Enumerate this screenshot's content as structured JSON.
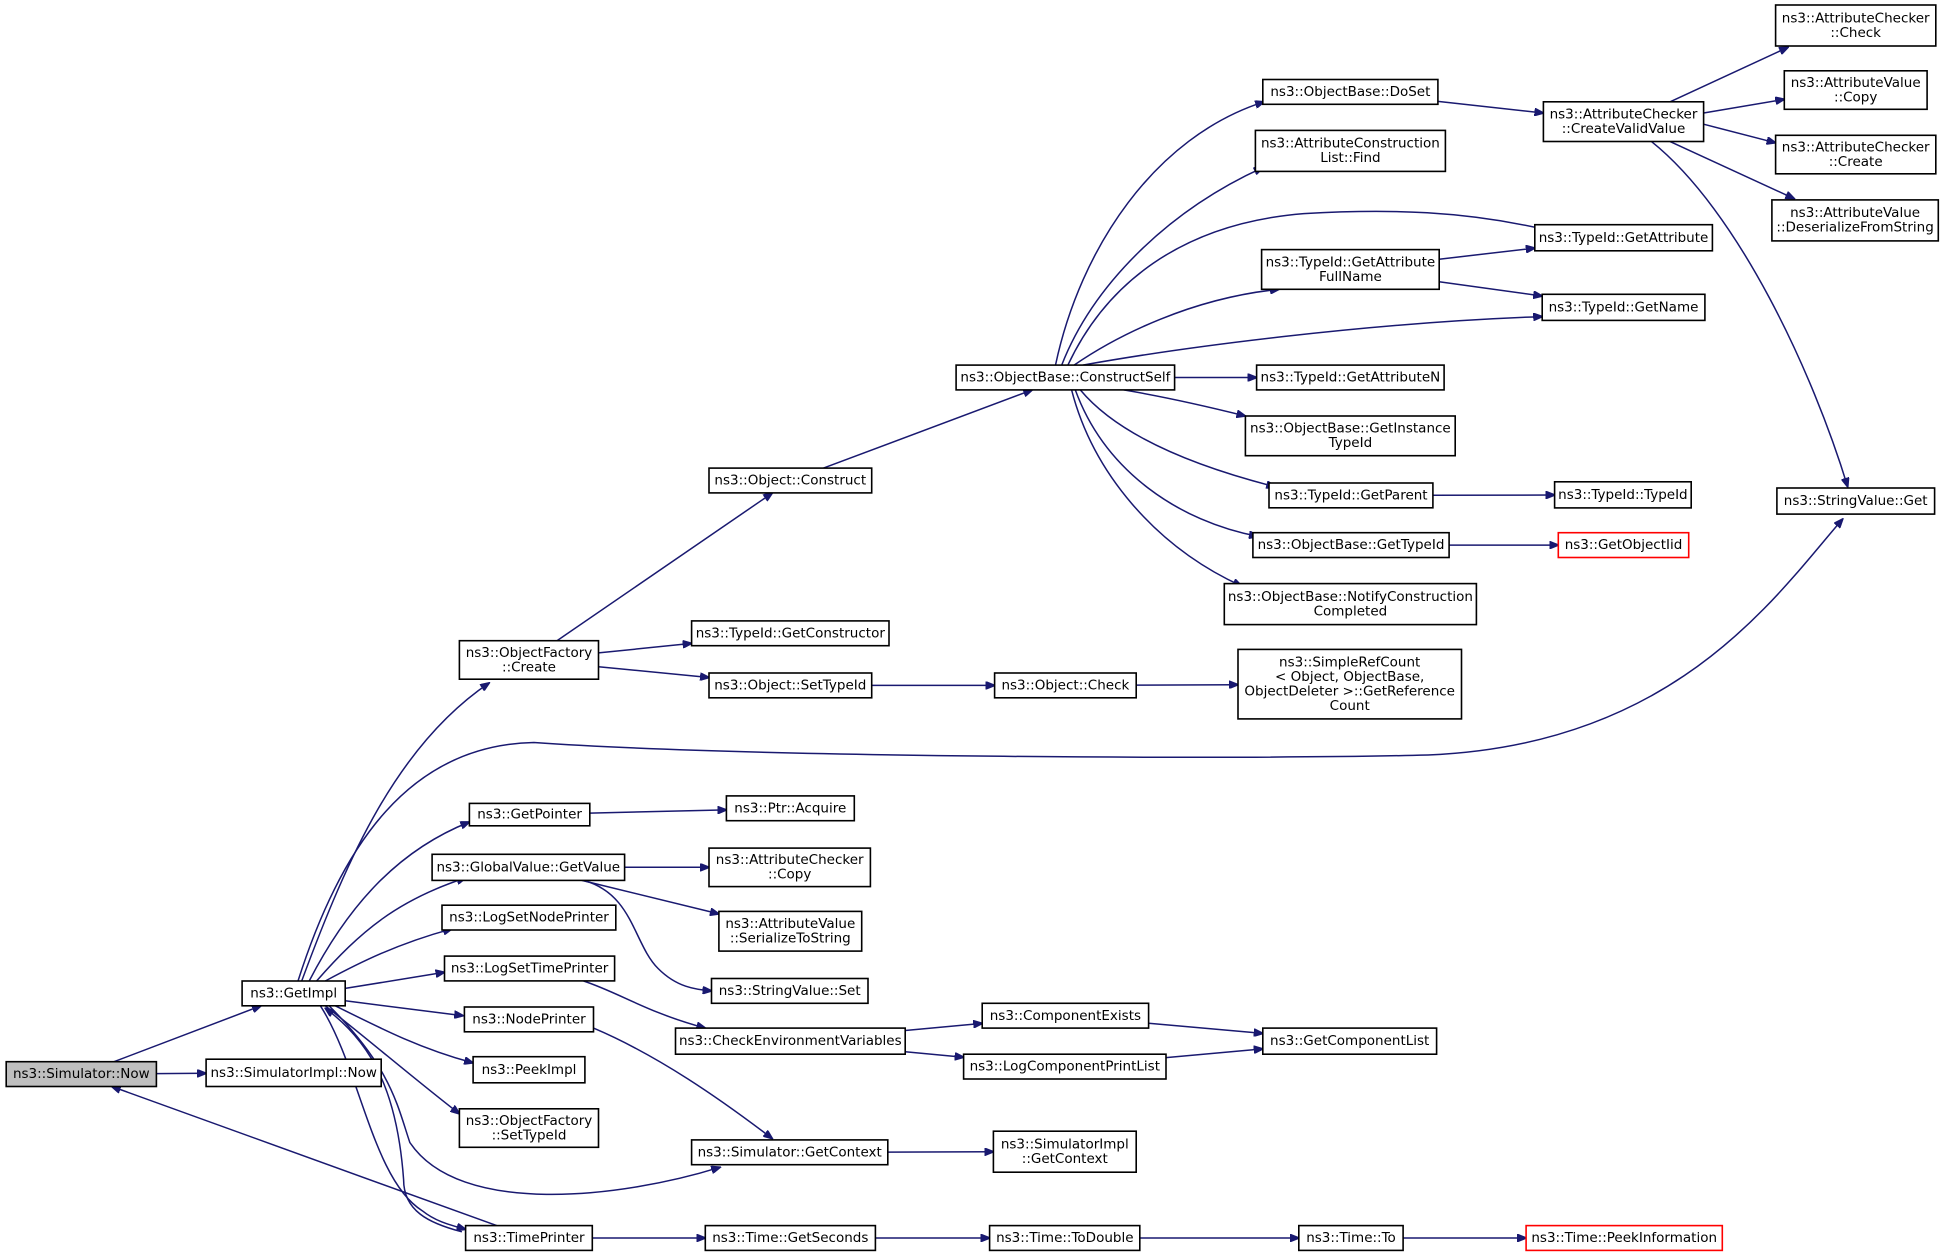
{
  "graph": {
    "edge_color": "#191970",
    "highlight_fill": "#bfbfbf",
    "external_border_color": "#ff0000",
    "nodes": [
      {
        "id": "now",
        "lines": [
          "ns3::Simulator::Now"
        ],
        "style": "root"
      },
      {
        "id": "getimpl",
        "lines": [
          "ns3::GetImpl"
        ]
      },
      {
        "id": "simimplnow",
        "lines": [
          "ns3::SimulatorImpl::Now"
        ]
      },
      {
        "id": "ofcreate",
        "lines": [
          "ns3::ObjectFactory",
          "::Create"
        ]
      },
      {
        "id": "getpointer",
        "lines": [
          "ns3::GetPointer"
        ]
      },
      {
        "id": "gvgetvalue",
        "lines": [
          "ns3::GlobalValue::GetValue"
        ]
      },
      {
        "id": "logsetnode",
        "lines": [
          "ns3::LogSetNodePrinter"
        ]
      },
      {
        "id": "logsettime",
        "lines": [
          "ns3::LogSetTimePrinter"
        ]
      },
      {
        "id": "nodeprinter",
        "lines": [
          "ns3::NodePrinter"
        ]
      },
      {
        "id": "peekimpl",
        "lines": [
          "ns3::PeekImpl"
        ]
      },
      {
        "id": "ofsettypeid",
        "lines": [
          "ns3::ObjectFactory",
          "::SetTypeId"
        ]
      },
      {
        "id": "timeprinter",
        "lines": [
          "ns3::TimePrinter"
        ]
      },
      {
        "id": "objconstruct",
        "lines": [
          "ns3::Object::Construct"
        ]
      },
      {
        "id": "tidgetctor",
        "lines": [
          "ns3::TypeId::GetConstructor"
        ]
      },
      {
        "id": "objsettypeid",
        "lines": [
          "ns3::Object::SetTypeId"
        ]
      },
      {
        "id": "ptracquire",
        "lines": [
          "ns3::Ptr::Acquire"
        ]
      },
      {
        "id": "accopy",
        "lines": [
          "ns3::AttributeChecker",
          "::Copy"
        ]
      },
      {
        "id": "avserialize",
        "lines": [
          "ns3::AttributeValue",
          "::SerializeToString"
        ]
      },
      {
        "id": "svset",
        "lines": [
          "ns3::StringValue::Set"
        ]
      },
      {
        "id": "checkenv",
        "lines": [
          "ns3::CheckEnvironmentVariables"
        ]
      },
      {
        "id": "simgetctx",
        "lines": [
          "ns3::Simulator::GetContext"
        ]
      },
      {
        "id": "timegetsec",
        "lines": [
          "ns3::Time::GetSeconds"
        ]
      },
      {
        "id": "obconstructself",
        "lines": [
          "ns3::ObjectBase::ConstructSelf"
        ]
      },
      {
        "id": "objcheck",
        "lines": [
          "ns3::Object::Check"
        ]
      },
      {
        "id": "compexists",
        "lines": [
          "ns3::ComponentExists"
        ]
      },
      {
        "id": "logcompprint",
        "lines": [
          "ns3::LogComponentPrintList"
        ]
      },
      {
        "id": "simimplgetctx",
        "lines": [
          "ns3::SimulatorImpl",
          "::GetContext"
        ]
      },
      {
        "id": "timetodouble",
        "lines": [
          "ns3::Time::ToDouble"
        ]
      },
      {
        "id": "obdoset",
        "lines": [
          "ns3::ObjectBase::DoSet"
        ]
      },
      {
        "id": "acfind",
        "lines": [
          "ns3::AttributeConstruction",
          "List::Find"
        ]
      },
      {
        "id": "tidgetattrfull",
        "lines": [
          "ns3::TypeId::GetAttribute",
          "FullName"
        ]
      },
      {
        "id": "tidgetattrn",
        "lines": [
          "ns3::TypeId::GetAttributeN"
        ]
      },
      {
        "id": "obgetinst",
        "lines": [
          "ns3::ObjectBase::GetInstance",
          "TypeId"
        ]
      },
      {
        "id": "tidgetparent",
        "lines": [
          "ns3::TypeId::GetParent"
        ]
      },
      {
        "id": "obgettypeid",
        "lines": [
          "ns3::ObjectBase::GetTypeId"
        ]
      },
      {
        "id": "obnotify",
        "lines": [
          "ns3::ObjectBase::NotifyConstruction",
          "Completed"
        ]
      },
      {
        "id": "simplerefcount",
        "lines": [
          "ns3::SimpleRefCount",
          "< Object, ObjectBase,",
          " ObjectDeleter >::GetReference",
          "Count"
        ]
      },
      {
        "id": "getcomplist",
        "lines": [
          "ns3::GetComponentList"
        ]
      },
      {
        "id": "timeto",
        "lines": [
          "ns3::Time::To"
        ]
      },
      {
        "id": "accreatevalid",
        "lines": [
          "ns3::AttributeChecker",
          "::CreateValidValue"
        ]
      },
      {
        "id": "tidgetattr",
        "lines": [
          "ns3::TypeId::GetAttribute"
        ]
      },
      {
        "id": "tidgetname",
        "lines": [
          "ns3::TypeId::GetName"
        ]
      },
      {
        "id": "tidtypeid",
        "lines": [
          "ns3::TypeId::TypeId"
        ]
      },
      {
        "id": "getobjectiid",
        "lines": [
          "ns3::GetObjectIid"
        ],
        "style": "red"
      },
      {
        "id": "timepeekinfo",
        "lines": [
          "ns3::Time::PeekInformation"
        ],
        "style": "red"
      },
      {
        "id": "account",
        "lines": [
          "ns3::AttributeChecker",
          "::Check"
        ]
      },
      {
        "id": "avcopy",
        "lines": [
          "ns3::AttributeValue",
          "::Copy"
        ]
      },
      {
        "id": "accreate",
        "lines": [
          "ns3::AttributeChecker",
          "::Create"
        ]
      },
      {
        "id": "avdeserialize",
        "lines": [
          "ns3::AttributeValue",
          "::DeserializeFromString"
        ]
      },
      {
        "id": "svget",
        "lines": [
          "ns3::StringValue::Get"
        ]
      }
    ],
    "edges": [
      [
        "now",
        "getimpl"
      ],
      [
        "now",
        "simimplnow"
      ],
      [
        "getimpl",
        "ofcreate"
      ],
      [
        "getimpl",
        "getpointer"
      ],
      [
        "getimpl",
        "gvgetvalue"
      ],
      [
        "getimpl",
        "logsetnode"
      ],
      [
        "getimpl",
        "logsettime"
      ],
      [
        "getimpl",
        "nodeprinter"
      ],
      [
        "getimpl",
        "peekimpl"
      ],
      [
        "getimpl",
        "ofsettypeid"
      ],
      [
        "getimpl",
        "timeprinter"
      ],
      [
        "getimpl",
        "svget"
      ],
      [
        "getimpl",
        "simgetctx"
      ],
      [
        "timeprinter",
        "now"
      ],
      [
        "timeprinter",
        "getimpl"
      ],
      [
        "timeprinter",
        "timegetsec"
      ],
      [
        "ofcreate",
        "objconstruct"
      ],
      [
        "ofcreate",
        "tidgetctor"
      ],
      [
        "ofcreate",
        "objsettypeid"
      ],
      [
        "objconstruct",
        "obconstructself"
      ],
      [
        "objsettypeid",
        "objcheck"
      ],
      [
        "objcheck",
        "simplerefcount"
      ],
      [
        "getpointer",
        "ptracquire"
      ],
      [
        "gvgetvalue",
        "accopy"
      ],
      [
        "gvgetvalue",
        "avserialize"
      ],
      [
        "gvgetvalue",
        "svset"
      ],
      [
        "logsettime",
        "checkenv"
      ],
      [
        "nodeprinter",
        "simgetctx"
      ],
      [
        "checkenv",
        "compexists"
      ],
      [
        "checkenv",
        "logcompprint"
      ],
      [
        "compexists",
        "getcomplist"
      ],
      [
        "logcompprint",
        "getcomplist"
      ],
      [
        "simgetctx",
        "simimplgetctx"
      ],
      [
        "timegetsec",
        "timetodouble"
      ],
      [
        "timetodouble",
        "timeto"
      ],
      [
        "timeto",
        "timepeekinfo"
      ],
      [
        "obconstructself",
        "obdoset"
      ],
      [
        "obconstructself",
        "acfind"
      ],
      [
        "obconstructself",
        "tidgetattr"
      ],
      [
        "obconstructself",
        "tidgetattrfull"
      ],
      [
        "obconstructself",
        "tidgetname"
      ],
      [
        "obconstructself",
        "tidgetattrn"
      ],
      [
        "obconstructself",
        "obgetinst"
      ],
      [
        "obconstructself",
        "tidgetparent"
      ],
      [
        "obconstructself",
        "obgettypeid"
      ],
      [
        "obconstructself",
        "obnotify"
      ],
      [
        "obdoset",
        "accreatevalid"
      ],
      [
        "accreatevalid",
        "account"
      ],
      [
        "accreatevalid",
        "avcopy"
      ],
      [
        "accreatevalid",
        "accreate"
      ],
      [
        "accreatevalid",
        "avdeserialize"
      ],
      [
        "accreatevalid",
        "svget"
      ],
      [
        "tidgetattrfull",
        "tidgetattr"
      ],
      [
        "tidgetattrfull",
        "tidgetname"
      ],
      [
        "tidgetparent",
        "tidtypeid"
      ],
      [
        "obgettypeid",
        "getobjectiid"
      ]
    ]
  }
}
